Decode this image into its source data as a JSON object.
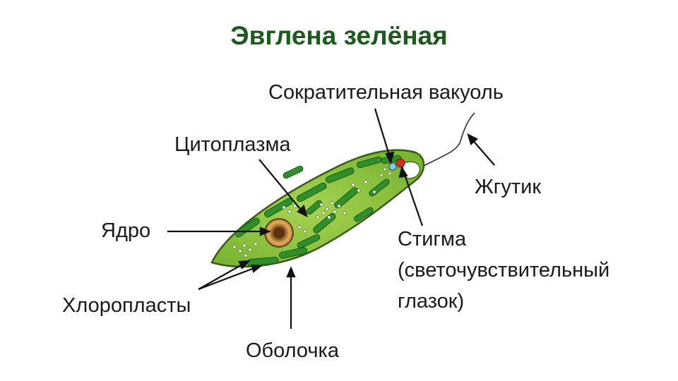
{
  "title": "Эвглена зелёная",
  "labels": {
    "vacuole": "Сократительная вакуоль",
    "cytoplasm": "Цитоплазма",
    "flagellum": "Жгутик",
    "nucleus": "Ядро",
    "stigma_line1": "Стигма",
    "stigma_line2": "(светочувствительный",
    "stigma_line3": "глазок)",
    "chloroplasts": "Хлоропласты",
    "membrane": "Оболочка"
  },
  "colors": {
    "title": "#1e5a1e",
    "cell_body": "#8cc43c",
    "chloroplast": "#2f8f2a",
    "nucleus_outer": "#d8a050",
    "nucleus_inner": "#7a4a1a",
    "stigma": "#d03020",
    "vacuole": "#8ac8e8"
  }
}
